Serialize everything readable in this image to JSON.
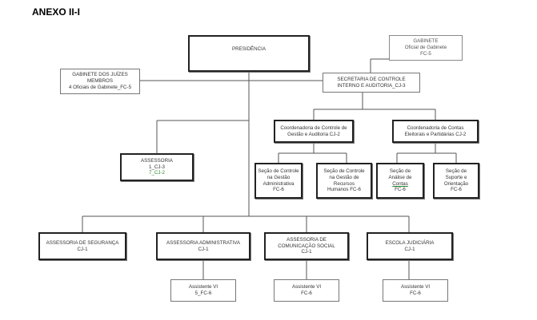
{
  "heading": "ANEXO II-I",
  "boxes": {
    "presidencia": {
      "l1": "PRESIDÊNCIA"
    },
    "gabinete": {
      "l1": "GABINETE",
      "l2": "Oficial de Gabinete",
      "l3": "FC-5"
    },
    "gabinete_juizes": {
      "l1": "GABINETE DOS JUÍZES",
      "l2": "MEMBROS",
      "l3": "4 Oficiais de Gabinete_FC-5"
    },
    "secretaria": {
      "l1": "SECRETARIA DE CONTROLE",
      "l2": "INTERNO E AUDITORIA_CJ-3"
    },
    "coord_controle": {
      "l1": "Coordenadoria de Controle de",
      "l2": "Gestão e Auditoria CJ-2"
    },
    "coord_contas": {
      "l1": "Coordenadoria de Contas",
      "l2": "Eleitorais e Partidárias CJ-2"
    },
    "assessoria": {
      "l1": "ASSESSORIA",
      "l2": "1_CJ-3",
      "l3": "7_CJ-2"
    },
    "secao_gestao_adm": {
      "l1": "Seção de Controle",
      "l2": "na Gestão",
      "l3": "Administrativa",
      "l4": "FC-6"
    },
    "secao_gestao_rh": {
      "l1": "Seção de Controle",
      "l2": "na Gestão de",
      "l3": "Recursos",
      "l4": "Humanos FC-6"
    },
    "secao_analise": {
      "l1": "Seção de",
      "l2": "Análise de",
      "l3": "Contas",
      "l4": "FC-6"
    },
    "secao_suporte": {
      "l1": "Seção de",
      "l2": "Suporte e",
      "l3": "Orientação",
      "l4": "FC-6"
    },
    "ass_seguranca": {
      "l1": "ASSESSORIA DE SEGURANÇA",
      "l2": "CJ-1"
    },
    "ass_administrativa": {
      "l1": "ASSESSORIA ADMINISTRATIVA",
      "l2": "CJ-1"
    },
    "ass_comunicacao": {
      "l1": "ASSESSORIA DE",
      "l2": "COMUNICAÇÃO SOCIAL",
      "l3": "CJ-1"
    },
    "escola": {
      "l1": "ESCOLA JUDICIÁRIA",
      "l2": "CJ-1"
    },
    "assistente_1": {
      "l1": "Assistente VI",
      "l2": "5_FC-6"
    },
    "assistente_2": {
      "l1": "Assistente VI",
      "l2": "FC-6"
    },
    "assistente_3": {
      "l1": "Assistente VI",
      "l2": "FC-6"
    }
  }
}
